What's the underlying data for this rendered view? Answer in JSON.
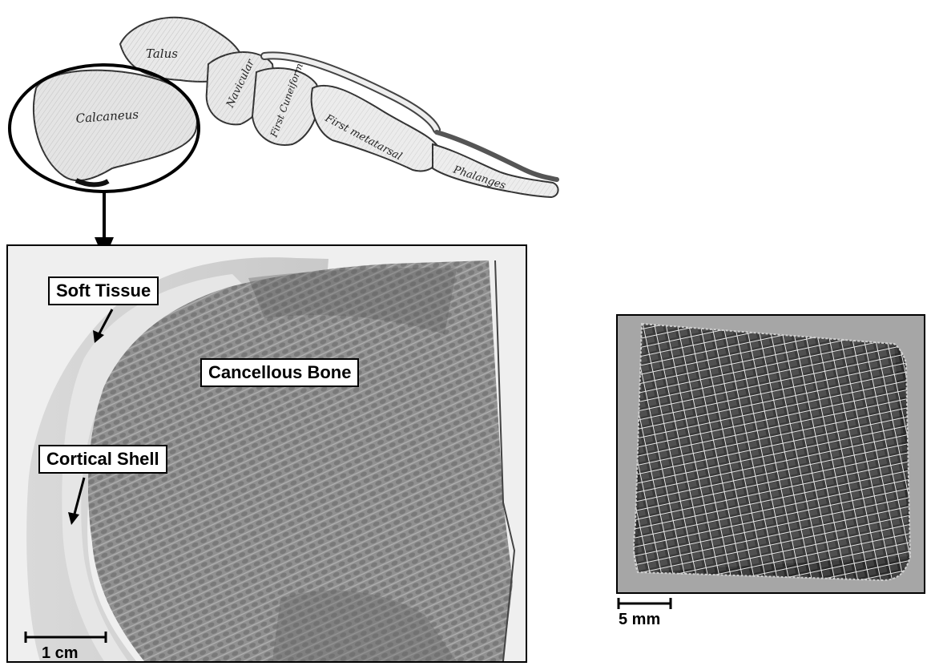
{
  "foot": {
    "labels": {
      "talus": "Talus",
      "calcaneus": "Calcaneus",
      "navicular": "Navicular",
      "first_cuneiform": "First Cuneiform",
      "first_metatarsal": "First metatarsal",
      "phalanges": "Phalanges"
    }
  },
  "section": {
    "callouts": {
      "soft_tissue": "Soft Tissue",
      "cancellous_bone": "Cancellous Bone",
      "cortical_shell": "Cortical Shell"
    },
    "scale_bar_label": "1 cm"
  },
  "microct": {
    "scale_bar_label": "5 mm"
  },
  "colors": {
    "frame": "#000000",
    "microct_background": "#a6a6a6",
    "bone_gray": "#8c8c8c"
  }
}
